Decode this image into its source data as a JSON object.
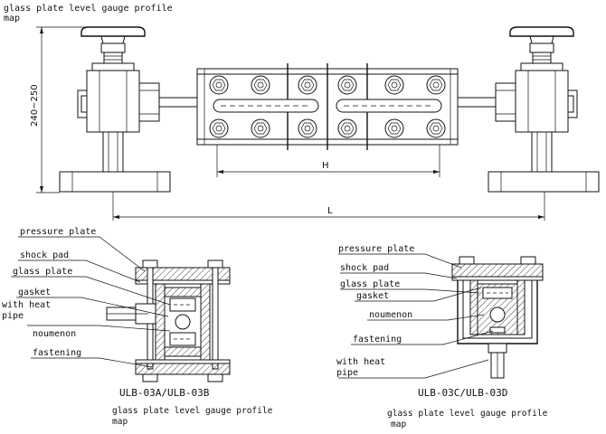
{
  "top": {
    "title_line1": "glass plate level gauge profile",
    "title_line2": "map",
    "dim_height": "240~250",
    "dim_h": "H",
    "dim_l": "L"
  },
  "left_detail": {
    "labels": [
      "pressure plate",
      "shock pad",
      "glass plate",
      "gasket",
      "with heat",
      "pipe",
      "noumenon",
      "fastening"
    ],
    "model": "ULB-03A/ULB-03B",
    "caption_line1": "glass plate level gauge profile",
    "caption_line2": "map"
  },
  "right_detail": {
    "labels": [
      "pressure plate",
      "shock pad",
      "glass plate",
      "gasket",
      "noumenon",
      "fastening",
      "with heat",
      "pipe"
    ],
    "model": "ULB-03C/ULB-03D",
    "caption_line1": "glass plate level gauge profile",
    "caption_line2": "map"
  }
}
